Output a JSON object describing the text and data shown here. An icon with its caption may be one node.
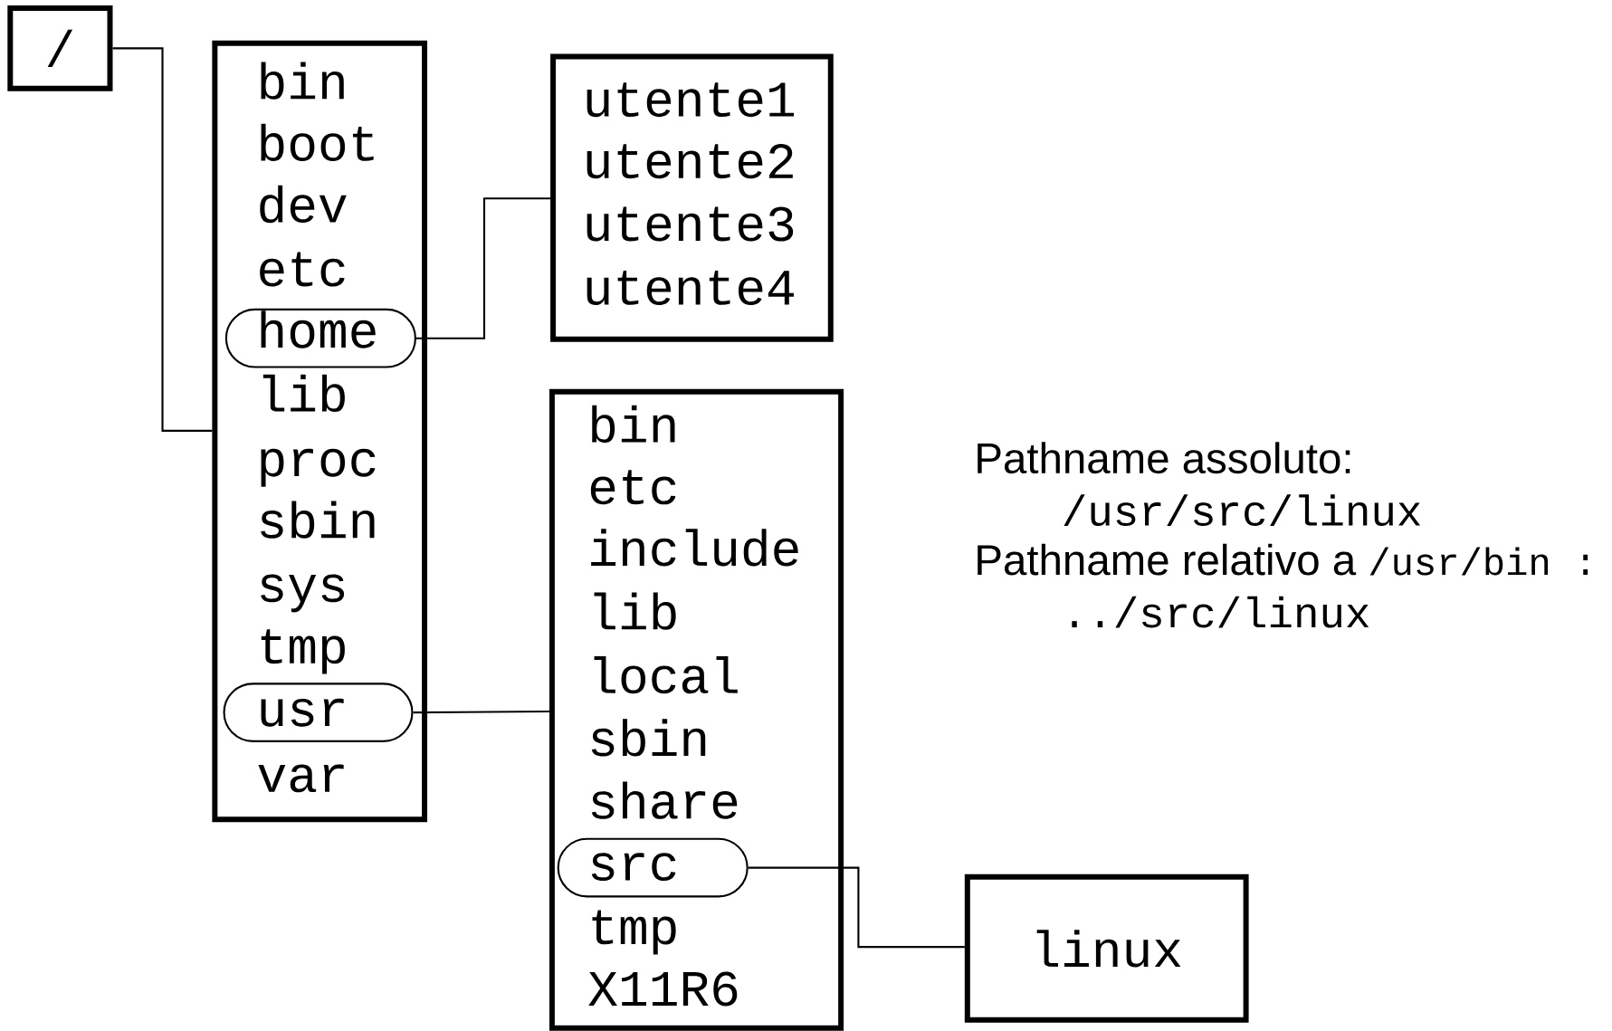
{
  "diagram": {
    "nodes": [
      {
        "text": [
          "/"
        ]
      },
      {
        "text": [
          "bin",
          "boot",
          "dev",
          "etc",
          "lib",
          "proc",
          "sbin",
          "sys",
          "tmp",
          "var"
        ]
      },
      {
        "text": [
          "home"
        ],
        "in": 1
      },
      {
        "text": [
          "usr"
        ],
        "in": 1
      },
      {
        "text": [
          "utente1",
          "utente2",
          "utente3",
          "utente4"
        ]
      },
      {
        "text": [
          "bin",
          "etc",
          "include",
          "lib",
          "local",
          "sbin",
          "share",
          "tmp",
          "X11R6"
        ]
      },
      {
        "text": [
          "src"
        ],
        "in": 5
      },
      {
        "text": [
          "linux"
        ]
      }
    ],
    "edges": [
      {
        "from": 0,
        "to": 1,
        "arrow": "none"
      },
      {
        "from": 2,
        "to": 4,
        "arrow": "none"
      },
      {
        "from": 3,
        "to": 5,
        "arrow": "none"
      },
      {
        "from": 6,
        "to": 7,
        "arrow": "none"
      }
    ],
    "labels": [
      "Pathname assoluto:",
      "/usr/src/linux",
      "Pathname relativo a",
      "/usr/bin :",
      "../src/linux"
    ]
  }
}
